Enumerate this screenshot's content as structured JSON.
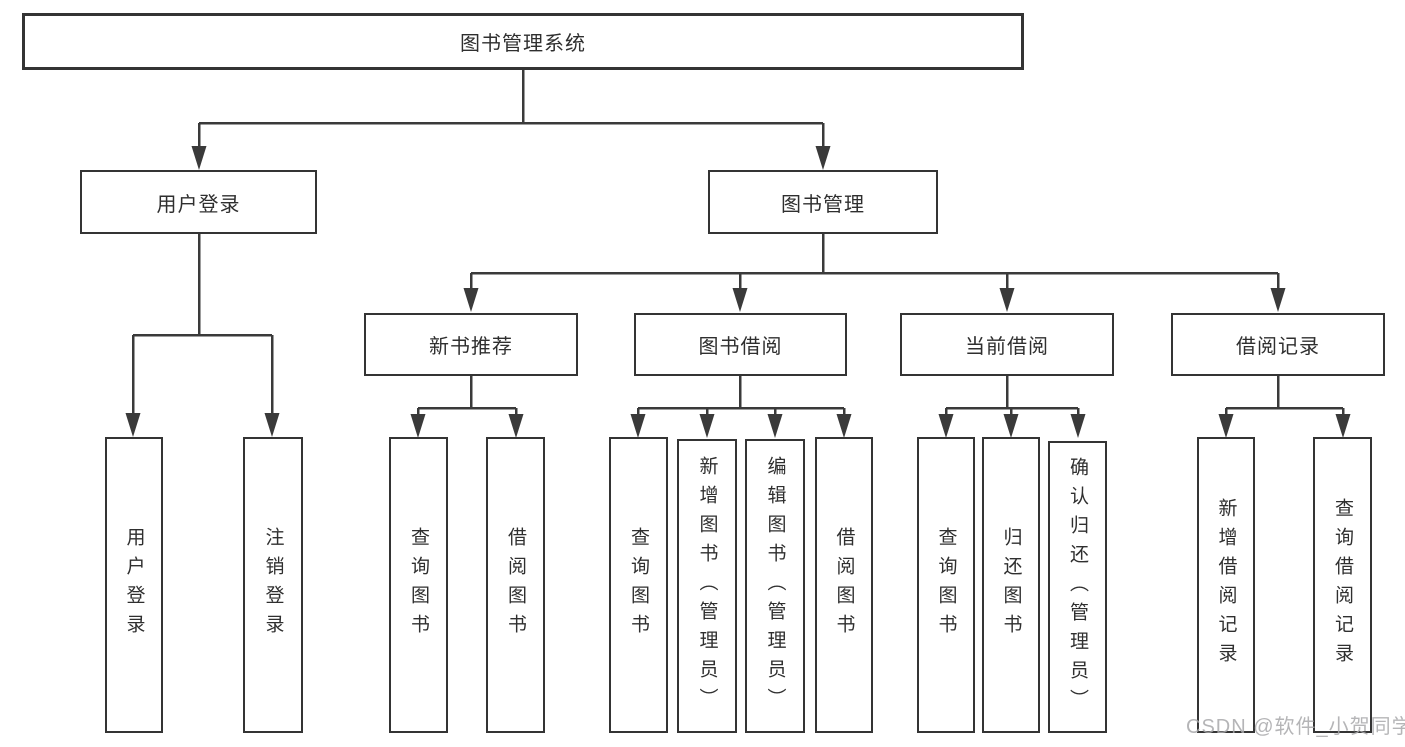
{
  "tree": {
    "label": "图书管理系统",
    "children": [
      {
        "label": "用户登录",
        "children": [
          {
            "label": "用户登录"
          },
          {
            "label": "注销登录"
          }
        ]
      },
      {
        "label": "图书管理",
        "children": [
          {
            "label": "新书推荐",
            "children": [
              {
                "label": "查询图书"
              },
              {
                "label": "借阅图书"
              }
            ]
          },
          {
            "label": "图书借阅",
            "children": [
              {
                "label": "查询图书"
              },
              {
                "label": "新增图书（管理员）"
              },
              {
                "label": "编辑图书（管理员）"
              },
              {
                "label": "借阅图书"
              }
            ]
          },
          {
            "label": "当前借阅",
            "children": [
              {
                "label": "查询图书"
              },
              {
                "label": "归还图书"
              },
              {
                "label": "确认归还（管理员）"
              }
            ]
          },
          {
            "label": "借阅记录",
            "children": [
              {
                "label": "新增借阅记录"
              },
              {
                "label": "查询借阅记录"
              }
            ]
          }
        ]
      }
    ]
  },
  "watermark": "CSDN @软件_小贺同学",
  "colors": {
    "line": "#3a3a3a",
    "box_border": "#343434",
    "text": "#2f2f2f",
    "watermark": "#a8a8aa",
    "background": "#ffffff"
  }
}
